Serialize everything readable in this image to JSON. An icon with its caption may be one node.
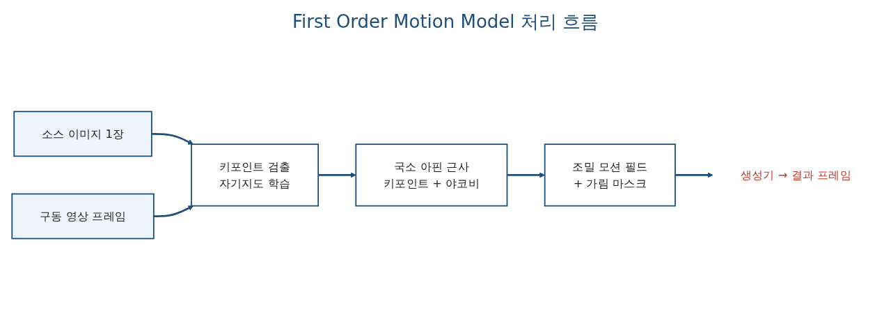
{
  "diagram": {
    "title": "First Order Motion Model 처리 흐름",
    "nodes": [
      {
        "text": [
          "소스 이미지 1장"
        ]
      },
      {
        "text": [
          "구동 영상 프레임"
        ]
      },
      {
        "text": [
          "키포인트 검출",
          "자기지도 학습"
        ]
      },
      {
        "text": [
          "국소 아핀 근사",
          "키포인트 + 야코비"
        ]
      },
      {
        "text": [
          "조밀 모션 필드",
          "+ 가림 마스크"
        ]
      },
      {
        "text": [
          "생성기 → 결과 프레임"
        ]
      }
    ],
    "edges": [
      {
        "from": 0,
        "to": 2,
        "arrow": "to"
      },
      {
        "from": 1,
        "to": 2,
        "arrow": "to"
      },
      {
        "from": 2,
        "to": 3,
        "arrow": "to"
      },
      {
        "from": 3,
        "to": 4,
        "arrow": "to"
      },
      {
        "from": 4,
        "to": 5,
        "arrow": "to"
      }
    ]
  }
}
